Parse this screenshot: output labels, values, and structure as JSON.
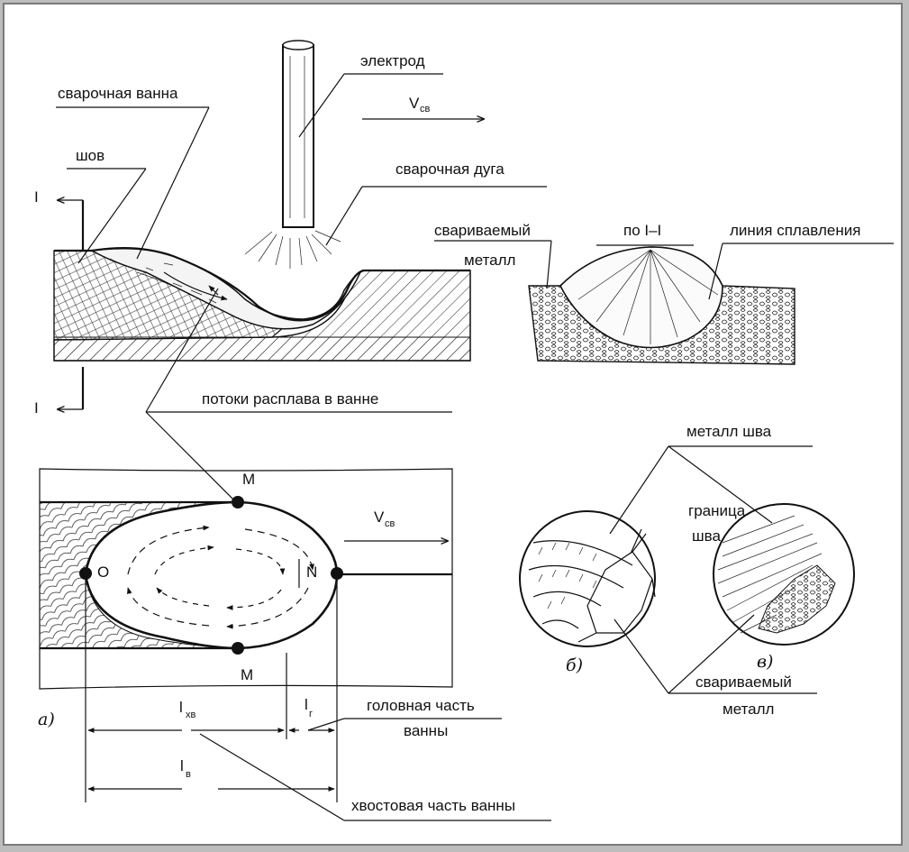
{
  "labels": {
    "electrode": "электрод",
    "weld_pool": "сварочная ванна",
    "seam": "шов",
    "arc": "сварочная дуга",
    "vcb_top": "V",
    "vcb_top_sub": "св",
    "base_metal_1": "свариваемый",
    "base_metal_2": "металл",
    "section": "по I–I",
    "fusion_line": "линия сплавления",
    "section_mark_top": "I",
    "section_mark_bottom": "I",
    "melt_flows": "потоки расплава в ванне",
    "weld_metal": "металл шва",
    "boundary_1": "граница",
    "boundary_2": "шва",
    "vcb_mid": "V",
    "vcb_mid_sub": "св",
    "point_m_top": "M",
    "point_m_bottom": "M",
    "point_o": "O",
    "point_n": "N",
    "base_metal2_1": "свариваемый",
    "base_metal2_2": "металл",
    "fig_a": "а)",
    "fig_b": "б)",
    "fig_v": "в)",
    "l_hv": "l",
    "l_hv_sub": "хв",
    "l_g": "l",
    "l_g_sub": "г",
    "head_1": "головная часть",
    "head_2": "ванны",
    "l_v": "l",
    "l_v_sub": "в",
    "tail": "хвостовая часть ванны"
  }
}
